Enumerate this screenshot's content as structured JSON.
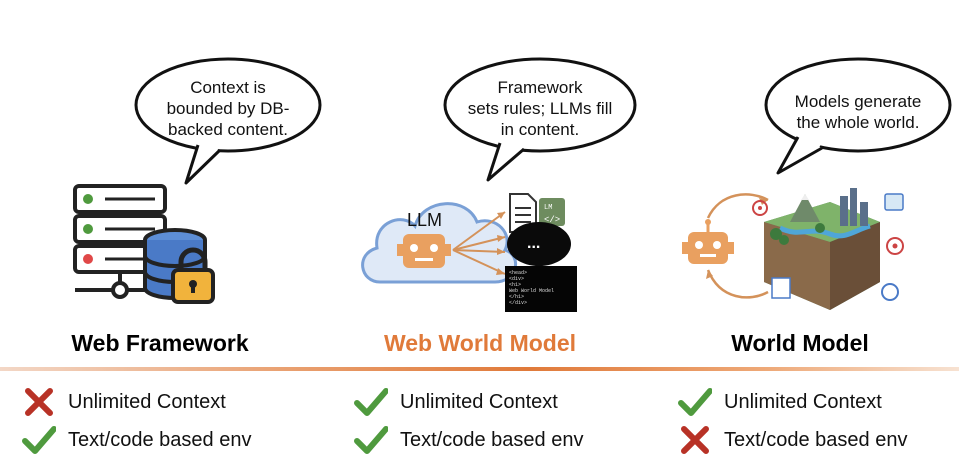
{
  "columns": [
    {
      "bubble": "Context is\nbounded by DB-\nbacked content.",
      "title": "Web Framework",
      "features": [
        {
          "label": "Unlimited Context",
          "status": "cross"
        },
        {
          "label": "Text/code based env",
          "status": "check"
        }
      ]
    },
    {
      "bubble": "Framework\nsets rules; LLMs fill\nin content.",
      "title": "Web World Model",
      "llm_label": "LLM",
      "ellipsis": "...",
      "code_snippet": [
        "<head>",
        "  <div>",
        "    <h1>",
        "      Web World Model",
        "    </h1>",
        "  </div>"
      ],
      "features": [
        {
          "label": "Unlimited Context",
          "status": "check"
        },
        {
          "label": "Text/code based env",
          "status": "check"
        }
      ]
    },
    {
      "bubble": "Models generate\nthe whole world.",
      "title": "World Model",
      "features": [
        {
          "label": "Unlimited Context",
          "status": "check"
        },
        {
          "label": "Text/code based env",
          "status": "cross"
        }
      ]
    }
  ],
  "colors": {
    "accent": "#e07a3a",
    "check": "#4f9a3e",
    "cross": "#b83226"
  }
}
